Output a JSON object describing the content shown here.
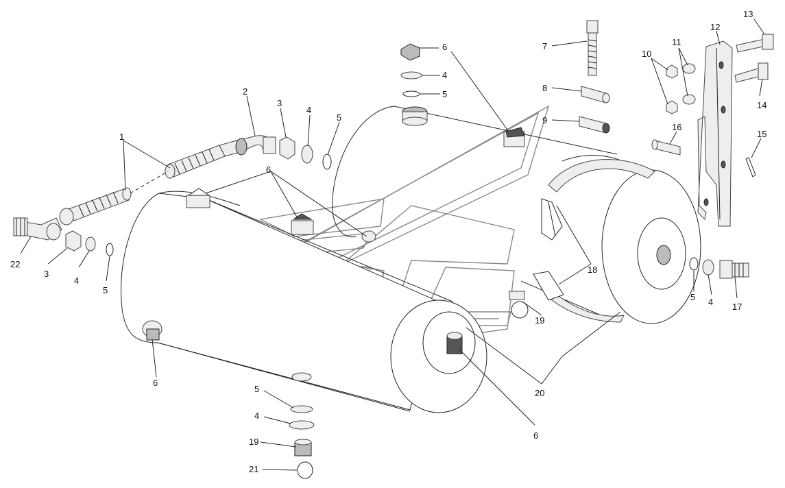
{
  "callouts": [
    {
      "id": "c1",
      "text": "1"
    },
    {
      "id": "c2",
      "text": "2"
    },
    {
      "id": "c3a",
      "text": "3"
    },
    {
      "id": "c4a",
      "text": "4"
    },
    {
      "id": "c5a",
      "text": "5"
    },
    {
      "id": "c6a",
      "text": "6"
    },
    {
      "id": "c4b",
      "text": "4"
    },
    {
      "id": "c5b",
      "text": "5"
    },
    {
      "id": "c7",
      "text": "7"
    },
    {
      "id": "c8",
      "text": "8"
    },
    {
      "id": "c9",
      "text": "9"
    },
    {
      "id": "c10",
      "text": "10"
    },
    {
      "id": "c11",
      "text": "11"
    },
    {
      "id": "c12",
      "text": "12"
    },
    {
      "id": "c13",
      "text": "13"
    },
    {
      "id": "c14",
      "text": "14"
    },
    {
      "id": "c15",
      "text": "15"
    },
    {
      "id": "c16",
      "text": "16"
    },
    {
      "id": "c17",
      "text": "17"
    },
    {
      "id": "c4c",
      "text": "4"
    },
    {
      "id": "c5c",
      "text": "5"
    },
    {
      "id": "c18",
      "text": "18"
    },
    {
      "id": "c19a",
      "text": "19"
    },
    {
      "id": "c20",
      "text": "20"
    },
    {
      "id": "c6b",
      "text": "6"
    },
    {
      "id": "c6c",
      "text": "6"
    },
    {
      "id": "c6d",
      "text": "6"
    },
    {
      "id": "c22",
      "text": "22"
    },
    {
      "id": "c3b",
      "text": "3"
    },
    {
      "id": "c4d",
      "text": "4"
    },
    {
      "id": "c5d",
      "text": "5"
    },
    {
      "id": "c5e",
      "text": "5"
    },
    {
      "id": "c4e",
      "text": "4"
    },
    {
      "id": "c19b",
      "text": "19"
    },
    {
      "id": "c21",
      "text": "21"
    }
  ]
}
